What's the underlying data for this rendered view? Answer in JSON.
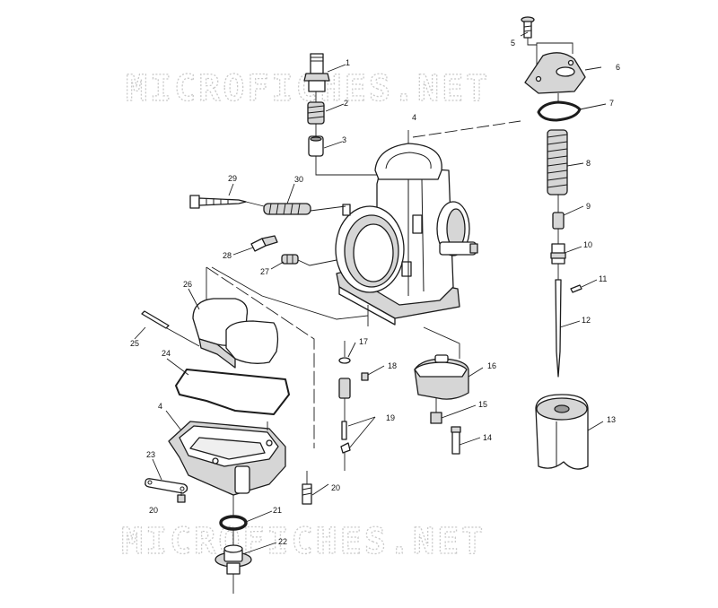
{
  "watermarks": [
    "MICROFICHES.NET",
    "MICROFICHES.NET"
  ],
  "callouts": [
    "1",
    "2",
    "3",
    "4",
    "4",
    "5",
    "6",
    "7",
    "8",
    "9",
    "10",
    "11",
    "12",
    "13",
    "14",
    "15",
    "16",
    "17",
    "18",
    "19",
    "20",
    "20",
    "21",
    "22",
    "23",
    "24",
    "25",
    "26",
    "27",
    "28",
    "29",
    "30"
  ],
  "colors": {
    "line": "#1c1c1c",
    "shade": "#d6d6d6",
    "watermark": "#c9c9c9"
  }
}
